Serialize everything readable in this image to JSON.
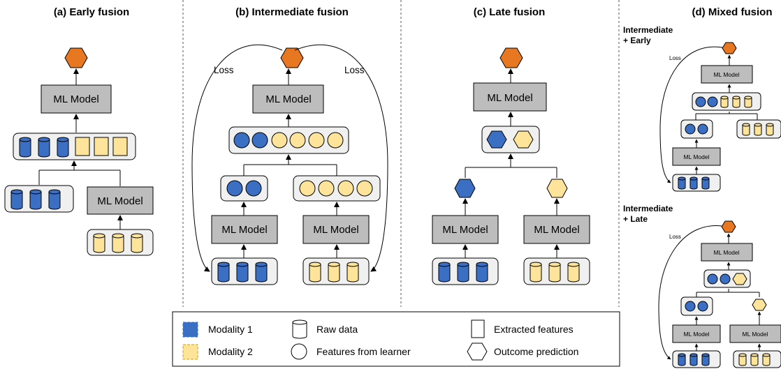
{
  "panels": {
    "early": {
      "title": "(a) Early fusion",
      "model_label": "ML Model"
    },
    "intermediate": {
      "title": "(b) Intermediate fusion",
      "model_label": "ML Model",
      "loss_left": "Loss",
      "loss_right": "Loss"
    },
    "late": {
      "title": "(c) Late fusion",
      "model_label": "ML Model"
    },
    "mixed": {
      "title": "(d) Mixed fusion",
      "top": {
        "label_line1": "Intermediate",
        "label_line2": "+ Early",
        "loss": "Loss",
        "model_label": "ML Model"
      },
      "bottom": {
        "label_line1": "Intermediate",
        "label_line2": "+ Late",
        "loss": "Loss",
        "model_label": "ML Model"
      }
    }
  },
  "legend": {
    "modality1": "Modality 1",
    "modality2": "Modality 2",
    "raw_data": "Raw data",
    "features_learner": "Features from learner",
    "extracted_features": "Extracted features",
    "outcome_prediction": "Outcome prediction"
  },
  "colors": {
    "modality1": "#3a6fc4",
    "modality2": "#fde49a",
    "prediction": "#e87722",
    "model_box": "#bdbdbd",
    "container": "#f0f0f0"
  }
}
